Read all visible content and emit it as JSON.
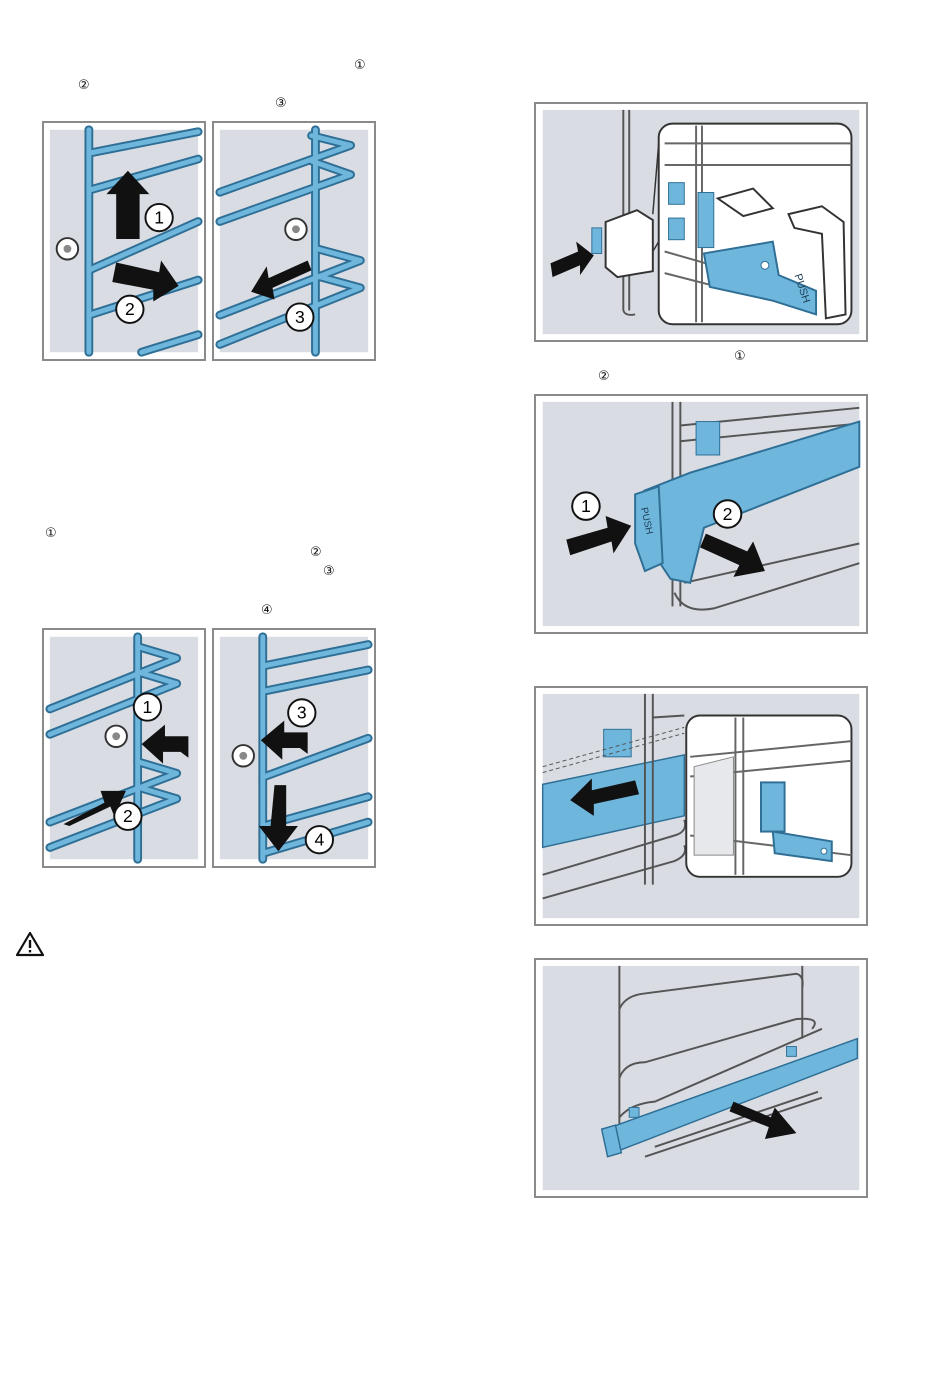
{
  "left_column": {
    "step_group_1": {
      "markers": [
        "①",
        "②",
        "③"
      ],
      "figure_a": {
        "callouts": [
          "1",
          "2"
        ]
      },
      "figure_b": {
        "callouts": [
          "3"
        ]
      }
    },
    "step_group_2": {
      "markers": [
        "①",
        "②",
        "③",
        "④"
      ],
      "figure_a": {
        "callouts": [
          "1",
          "2"
        ]
      },
      "figure_b": {
        "callouts": [
          "3",
          "4"
        ]
      }
    },
    "warning_icon": "warning-triangle-icon"
  },
  "right_column": {
    "figure_1": {
      "push_label": "PUSH"
    },
    "markers": [
      "①",
      "②"
    ],
    "figure_2": {
      "callouts": [
        "1",
        "2"
      ],
      "push_label": "PUSH"
    },
    "figure_3": {},
    "figure_4": {}
  },
  "colors": {
    "panel_bg": "#d9dde3",
    "rail_blue": "#6fb6dc",
    "rail_blue_dark": "#2f6f96",
    "arrow_black": "#111111",
    "frame_gray": "#8a8a8a"
  }
}
